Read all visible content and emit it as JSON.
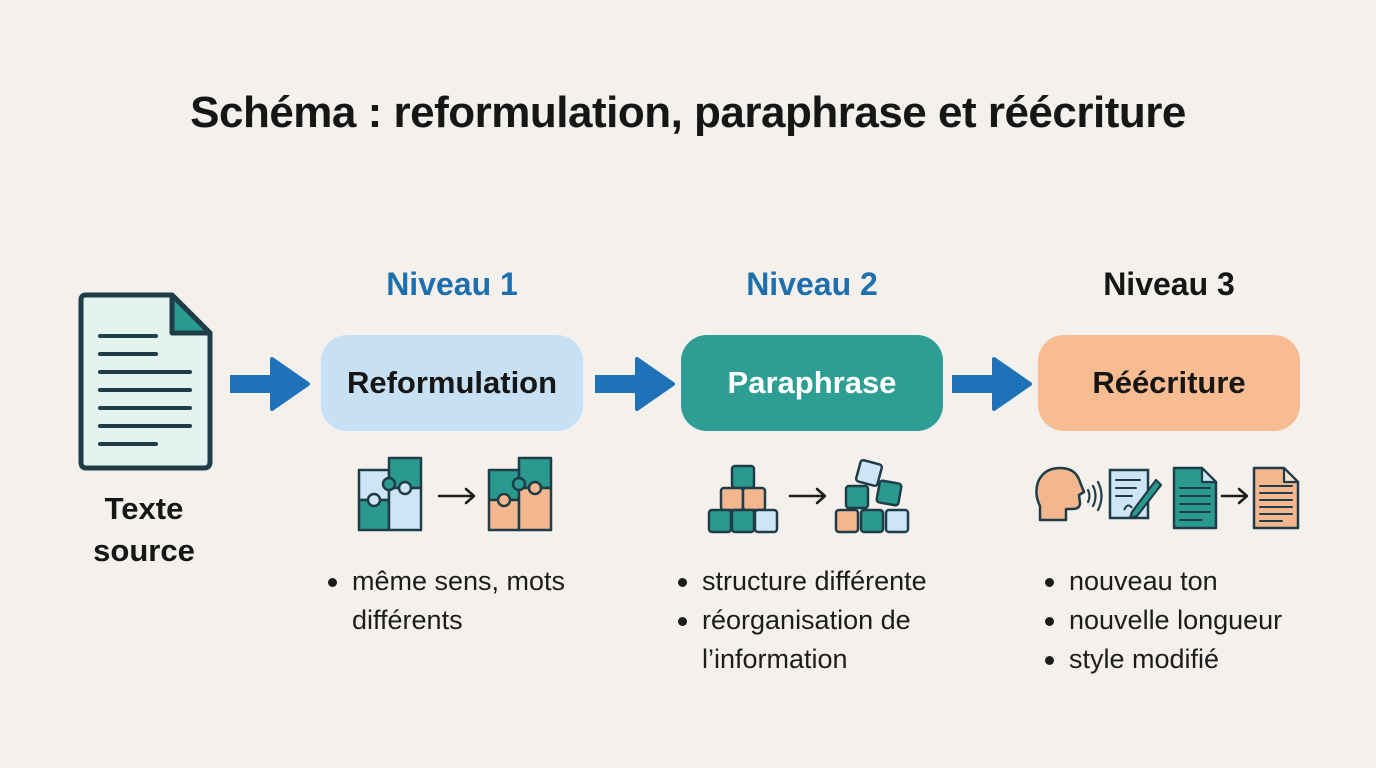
{
  "title": "Schéma : reformulation, paraphrase et réécriture",
  "source": {
    "label_line1": "Texte",
    "label_line2": "source",
    "icon": "document-icon"
  },
  "stages": [
    {
      "level": "Niveau 1",
      "name": "Reformulation",
      "bullets": [
        "même sens, mots différents"
      ],
      "icon": "puzzle-icon"
    },
    {
      "level": "Niveau 2",
      "name": "Paraphrase",
      "bullets": [
        "structure différente",
        "réorganisation de l’information"
      ],
      "icon": "blocks-icon"
    },
    {
      "level": "Niveau 3",
      "name": "Réécriture",
      "bullets": [
        "nouveau ton",
        "nouvelle longueur",
        "style modifié"
      ],
      "icon": "speech-and-document-icon"
    }
  ],
  "colors": {
    "background": "#f4f0ec",
    "arrow": "#1f72b8",
    "level_blue": "#1f6fad",
    "box1": "#c7e0f4",
    "box2": "#2e9e94",
    "box3": "#f8bc92",
    "teal": "#2a9a8e",
    "peach": "#f4b68c",
    "light_blue": "#cfe5f5",
    "document_fill": "#e5f3f0"
  }
}
